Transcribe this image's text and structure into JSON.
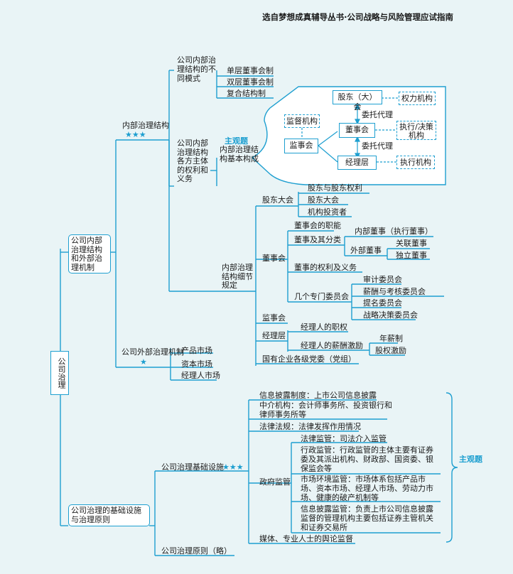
{
  "header": "选自梦想成真辅导丛书·公司战略与风险管理应试指南",
  "root": "公司治理",
  "b1": "公司内部治理结构和外部治理机制",
  "b1_internal": "内部治理结构",
  "b1_internal_stars": "★★★",
  "b1_modes_title": "公司内部治理结构的不同模式",
  "b1_modes": [
    "单层董事会制",
    "双层董事会制",
    "复合结构制"
  ],
  "b1_rights_title": "公司内部治理结构各方主体的权利和义务",
  "zhuguanti": "主观题",
  "b1_basic": "内部治理结构基本构成",
  "diagram": {
    "shareholders": "股东（大）会",
    "power": "权力机构",
    "delegate1": "委托代理",
    "board": "董事会",
    "exec_decision": "执行/决策机构",
    "supervisor_label": "监督机构",
    "supervisory_board": "监事会",
    "delegate2": "委托代理",
    "manager": "经理层",
    "exec": "执行机构"
  },
  "b1_details_title": "内部治理结构细节规定",
  "shareholders_meeting": "股东大会",
  "sh_items": [
    "股东与股东权利",
    "股东大会",
    "机构投资者"
  ],
  "board_title": "董事会",
  "board_items": {
    "duties": "董事会的职能",
    "types": "董事及其分类",
    "inner": "内部董事（执行董事）",
    "outer": "外部董事",
    "outer_items": [
      "关联董事",
      "独立董事"
    ],
    "rights": "董事的权利及义务",
    "committees": "几个专门委员会",
    "committee_items": [
      "审计委员会",
      "薪酬与考核委员会",
      "提名委员会",
      "战略决策委员会"
    ]
  },
  "supervisory": "监事会",
  "managers": "经理层",
  "mgr_items": [
    "经理人的职权",
    "经理人的薪酬激励"
  ],
  "pay_items": [
    "年薪制",
    "股权激励"
  ],
  "party": "国有企业各级党委（党组）",
  "external_title": "公司外部治理机制",
  "external_star": "★",
  "external_items": [
    "产品市场",
    "资本市场",
    "经理人市场"
  ],
  "b2": "公司治理的基础设施与治理原则",
  "infra_title": "公司治理基础设施",
  "infra_stars": "★★★",
  "infra_items": {
    "disclosure": "信息披露制度：上市公司信息披露",
    "intermediary": "中介机构：会计师事务所、投资银行和律师事务所等",
    "law": "法律法规：法律发挥作用情况",
    "gov": "政府监管",
    "gov_items": [
      "法律监管：司法介入监管",
      "行政监管：行政监管的主体主要有证券委及其派出机构、财政部、国资委、银保监会等",
      "市场环境监管：市场体系包括产品市场、资本市场、经理人市场、劳动力市场、健康的破产机制等",
      "信息披露监管：负责上市公司信息披露监督的管理机构主要包括证券主管机关和证券交易所"
    ],
    "media": "媒体、专业人士的舆论监督"
  },
  "principles": "公司治理原则（略）",
  "right_tag": "主观题"
}
